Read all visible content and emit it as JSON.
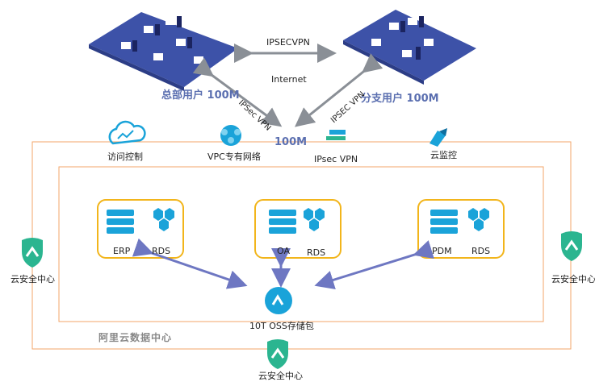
{
  "top": {
    "vpn_link_label": "IPSECVPN",
    "internet_label": "Internet",
    "hq_label": "总部用户 100M",
    "branch_label": "分支用户 100M",
    "ipsec_left_label": "IPSec VPN",
    "ipsec_right_label": "IPSEC VPN",
    "bandwidth_label": "100M"
  },
  "services": {
    "access_control": "访问控制",
    "vpc": "VPC专有网络",
    "ipsec_vpn": "IPsec VPN",
    "monitor": "云监控"
  },
  "security_center": {
    "left": "云安全中心",
    "right": "云安全中心",
    "bottom": "云安全中心"
  },
  "groups": [
    {
      "server_label": "ERP",
      "db_label": "RDS"
    },
    {
      "server_label": "OA",
      "db_label": "RDS"
    },
    {
      "server_label": "PDM",
      "db_label": "RDS"
    }
  ],
  "oss_label": "10T OSS存储包",
  "datacenter_label": "阿里云数据中心",
  "colors": {
    "accent_cyan": "#1aa3d9",
    "box_border_yellow": "#f2b51b",
    "outer_border_orange": "#f3a66a",
    "security_green": "#2bb590",
    "site_blue": "#3d52a8",
    "arrow_blue": "#6e77c2"
  }
}
